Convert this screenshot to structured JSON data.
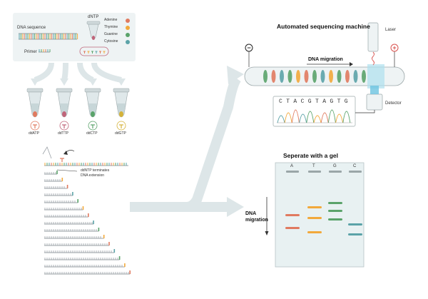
{
  "colors": {
    "adenine": "#e07a5f",
    "thymine": "#f2a93b",
    "guanine": "#5aa36a",
    "cytosine": "#5ba3a8",
    "backbone": "#9aa0a6",
    "panel_bg": "#eef3f4",
    "tube": "#dfe8ea",
    "tube_fill": "#c7d6d8",
    "plus": "#d9534f",
    "minus": "#222222"
  },
  "top_panel": {
    "dna_label": "DNA sequence",
    "dntp_label": "dNTP",
    "primer_label": "Primer",
    "legend": [
      {
        "name": "Adenine",
        "color": "#e07a5f"
      },
      {
        "name": "Thymine",
        "color": "#f2a93b"
      },
      {
        "name": "Guanine",
        "color": "#5aa36a"
      },
      {
        "name": "Cytosine",
        "color": "#5ba3a8"
      }
    ]
  },
  "tubes": [
    {
      "label": "ddATP",
      "color": "#e07a5f"
    },
    {
      "label": "ddTTP",
      "color": "#c0657a"
    },
    {
      "label": "ddCTP",
      "color": "#5aa36a"
    },
    {
      "label": "ddGTP",
      "color": "#d4b23a"
    }
  ],
  "fragments": {
    "annotation": "ddNTP terminates",
    "annotation2": "DNA extension"
  },
  "machine": {
    "title": "Automated sequencing machine",
    "laser": "Laser",
    "detector": "Detector",
    "migration": "DNA migration",
    "minus_sign": "−",
    "plus_sign": "+",
    "bases": [
      "C",
      "T",
      "A",
      "C",
      "G",
      "T",
      "A",
      "G",
      "T",
      "G"
    ]
  },
  "gel": {
    "title": "Seperate with a gel",
    "lanes": [
      "A",
      "T",
      "G",
      "C"
    ],
    "migration": "DNA",
    "migration2": "migration"
  }
}
